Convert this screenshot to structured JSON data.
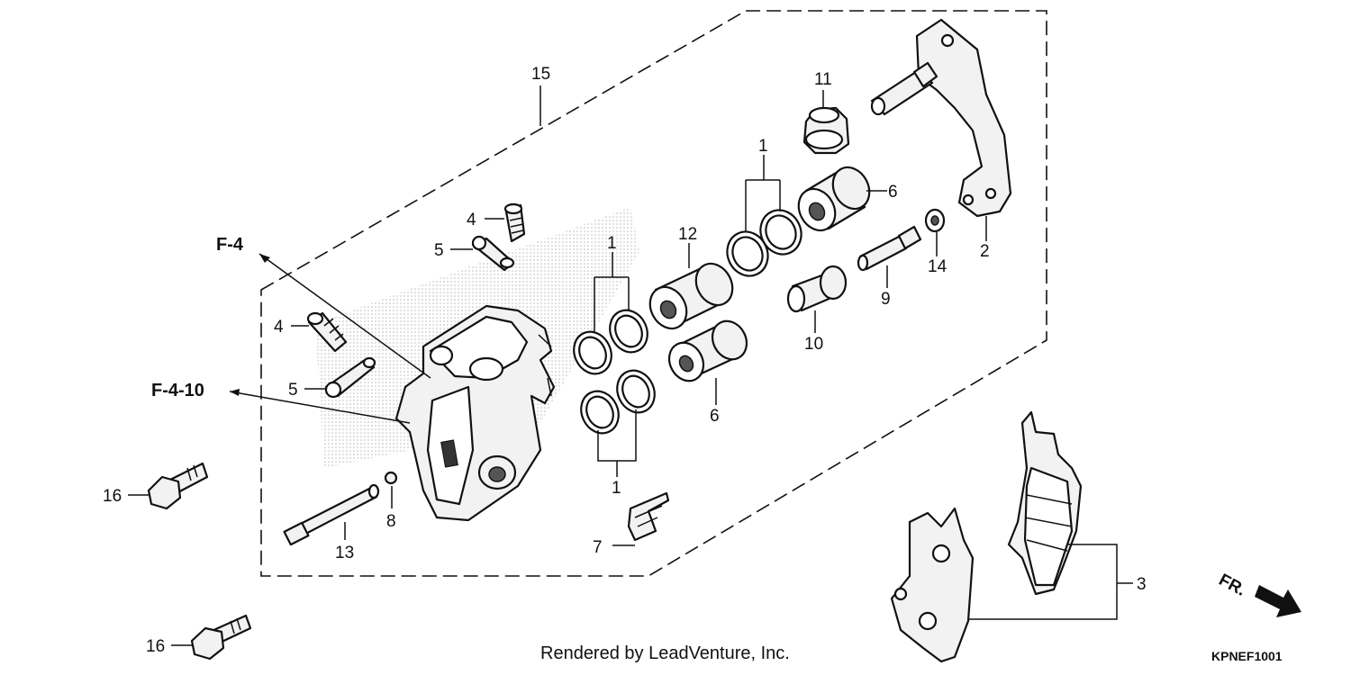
{
  "diagram": {
    "callouts": {
      "c1a": "1",
      "c1b": "1",
      "c1c": "1",
      "c2": "2",
      "c3": "3",
      "c4a": "4",
      "c4b": "4",
      "c5a": "5",
      "c5b": "5",
      "c6a": "6",
      "c6b": "6",
      "c7": "7",
      "c8": "8",
      "c9": "9",
      "c10": "10",
      "c11": "11",
      "c12": "12",
      "c13": "13",
      "c14": "14",
      "c15": "15",
      "c16a": "16",
      "c16b": "16"
    },
    "references": {
      "f4": "F-4",
      "f410": "F-4-10"
    },
    "direction_label": "FR.",
    "credit": "Rendered by LeadVenture, Inc.",
    "diagram_code": "KPNEF1001"
  }
}
